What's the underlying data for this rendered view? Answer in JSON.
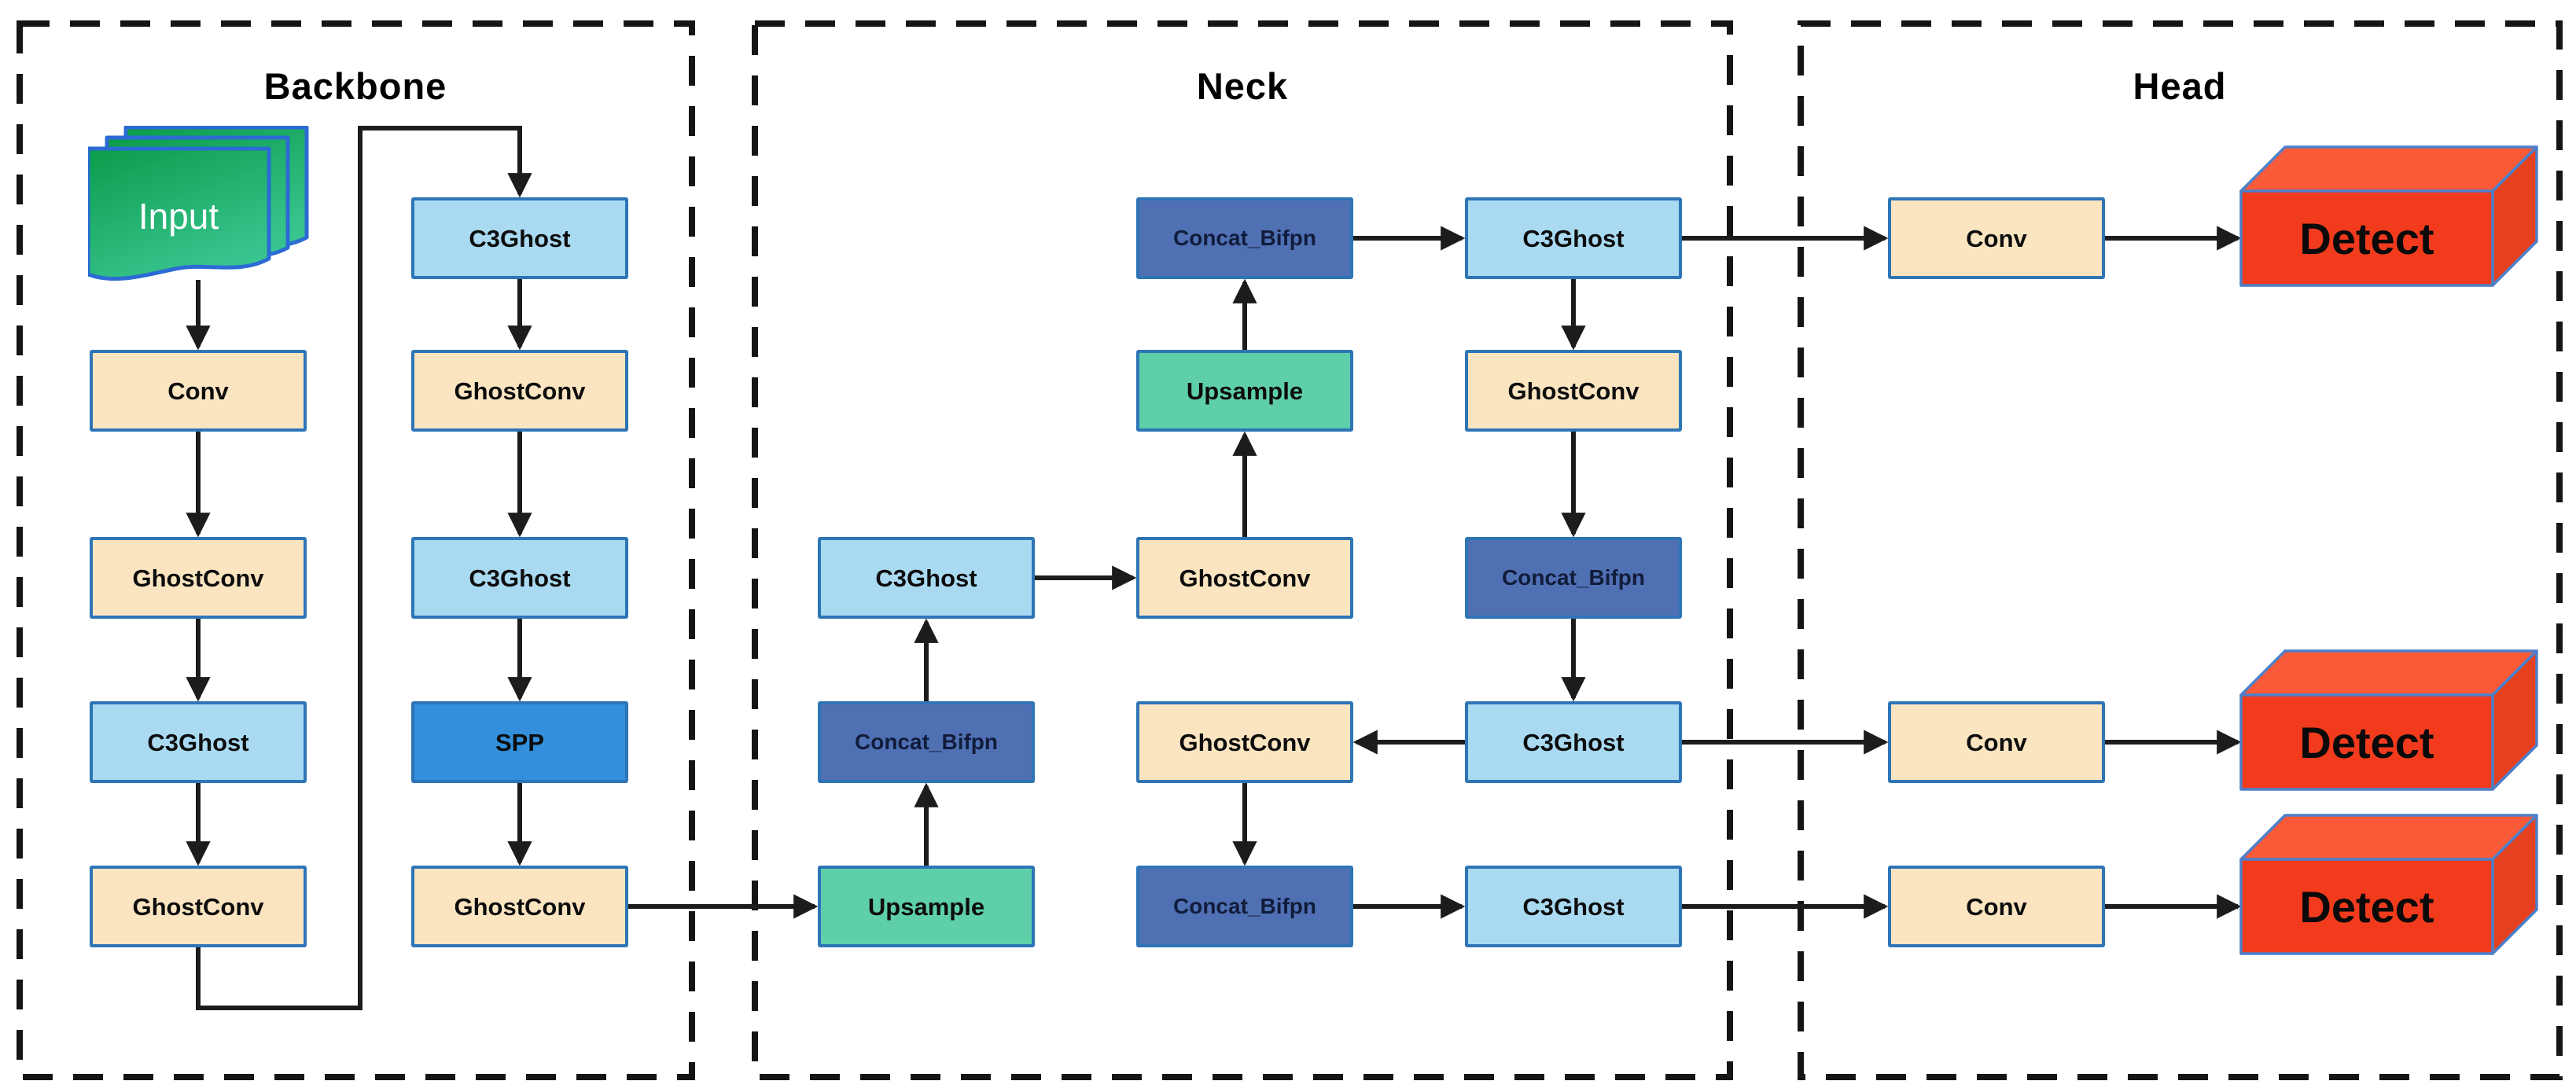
{
  "sections": [
    {
      "id": "backbone",
      "label": "Backbone"
    },
    {
      "id": "neck",
      "label": "Neck"
    },
    {
      "id": "head",
      "label": "Head"
    }
  ],
  "palette": {
    "tan": "#FBE5C1",
    "lightblue": "#A9DAF2",
    "blue": "#338FDC",
    "slate": "#5070B4",
    "teal": "#5ECFA8",
    "detect_front": "#F23B1D",
    "detect_top": "#FA5A38",
    "detect_side": "#E5401F",
    "detect_border": "#4D7FC9",
    "block_border": "#2E75B6",
    "input_green_top": "#0B9C4B",
    "input_green_bottom": "#38C48E",
    "input_border": "#2B6BD3",
    "line": "#1C1C1C",
    "dash_border": "#151515"
  },
  "nodes": [
    {
      "id": "input",
      "label": "Input",
      "type": "input"
    },
    {
      "id": "conv_bl",
      "label": "Conv",
      "type": "block",
      "color": "tan",
      "col": "bl",
      "row": "r2"
    },
    {
      "id": "ghost_bl_r3",
      "label": "GhostConv",
      "type": "block",
      "color": "tan",
      "col": "bl",
      "row": "r3"
    },
    {
      "id": "c3_bl_r4",
      "label": "C3Ghost",
      "type": "block",
      "color": "lightblue",
      "col": "bl",
      "row": "r4"
    },
    {
      "id": "ghost_bl_r5",
      "label": "GhostConv",
      "type": "block",
      "color": "tan",
      "col": "bl",
      "row": "r5"
    },
    {
      "id": "c3_br_r1",
      "label": "C3Ghost",
      "type": "block",
      "color": "lightblue",
      "col": "br",
      "row": "r1"
    },
    {
      "id": "ghost_br_r2",
      "label": "GhostConv",
      "type": "block",
      "color": "tan",
      "col": "br",
      "row": "r2"
    },
    {
      "id": "c3_br_r3",
      "label": "C3Ghost",
      "type": "block",
      "color": "lightblue",
      "col": "br",
      "row": "r3"
    },
    {
      "id": "spp_br_r4",
      "label": "SPP",
      "type": "block",
      "color": "blue",
      "col": "br",
      "row": "r4"
    },
    {
      "id": "ghost_br_r5",
      "label": "GhostConv",
      "type": "block",
      "color": "tan",
      "col": "br",
      "row": "r5"
    },
    {
      "id": "cb_n2_r1",
      "label": "Concat_Bifpn",
      "type": "block",
      "color": "slate",
      "col": "n2",
      "row": "r1"
    },
    {
      "id": "c3_n3_r1",
      "label": "C3Ghost",
      "type": "block",
      "color": "lightblue",
      "col": "n3",
      "row": "r1"
    },
    {
      "id": "up_n2_r2",
      "label": "Upsample",
      "type": "block",
      "color": "teal",
      "col": "n2",
      "row": "r2"
    },
    {
      "id": "ghost_n3_r2",
      "label": "GhostConv",
      "type": "block",
      "color": "tan",
      "col": "n3",
      "row": "r2"
    },
    {
      "id": "c3_n1_r3",
      "label": "C3Ghost",
      "type": "block",
      "color": "lightblue",
      "col": "n1",
      "row": "r3"
    },
    {
      "id": "ghost_n2_r3",
      "label": "GhostConv",
      "type": "block",
      "color": "tan",
      "col": "n2",
      "row": "r3"
    },
    {
      "id": "cb_n3_r3",
      "label": "Concat_Bifpn",
      "type": "block",
      "color": "slate",
      "col": "n3",
      "row": "r3"
    },
    {
      "id": "cb_n1_r4",
      "label": "Concat_Bifpn",
      "type": "block",
      "color": "slate",
      "col": "n1",
      "row": "r4"
    },
    {
      "id": "ghost_n2_r4",
      "label": "GhostConv",
      "type": "block",
      "color": "tan",
      "col": "n2",
      "row": "r4"
    },
    {
      "id": "c3_n3_r4",
      "label": "C3Ghost",
      "type": "block",
      "color": "lightblue",
      "col": "n3",
      "row": "r4"
    },
    {
      "id": "up_n1_r5",
      "label": "Upsample",
      "type": "block",
      "color": "teal",
      "col": "n1",
      "row": "r5"
    },
    {
      "id": "cb_n2_r5",
      "label": "Concat_Bifpn",
      "type": "block",
      "color": "slate",
      "col": "n2",
      "row": "r5"
    },
    {
      "id": "c3_n3_r5",
      "label": "C3Ghost",
      "type": "block",
      "color": "lightblue",
      "col": "n3",
      "row": "r5"
    },
    {
      "id": "conv_h_r1",
      "label": "Conv",
      "type": "block",
      "color": "tan",
      "col": "hc",
      "row": "r1"
    },
    {
      "id": "conv_h_r4",
      "label": "Conv",
      "type": "block",
      "color": "tan",
      "col": "hc",
      "row": "r4"
    },
    {
      "id": "conv_h_r5",
      "label": "Conv",
      "type": "block",
      "color": "tan",
      "col": "hc",
      "row": "r5"
    },
    {
      "id": "detect_r1",
      "label": "Detect",
      "type": "detect",
      "row": "r1"
    },
    {
      "id": "detect_r4",
      "label": "Detect",
      "type": "detect",
      "row": "r4"
    },
    {
      "id": "detect_r5",
      "label": "Detect",
      "type": "detect",
      "row": "r5"
    }
  ],
  "edges": [
    {
      "from": "input",
      "to": "conv_bl"
    },
    {
      "from": "conv_bl",
      "to": "ghost_bl_r3"
    },
    {
      "from": "ghost_bl_r3",
      "to": "c3_bl_r4"
    },
    {
      "from": "c3_bl_r4",
      "to": "ghost_bl_r5"
    },
    {
      "from": "ghost_bl_r5",
      "to": "c3_br_r1",
      "route": "elbow"
    },
    {
      "from": "c3_br_r1",
      "to": "ghost_br_r2"
    },
    {
      "from": "ghost_br_r2",
      "to": "c3_br_r3"
    },
    {
      "from": "c3_br_r3",
      "to": "spp_br_r4"
    },
    {
      "from": "spp_br_r4",
      "to": "ghost_br_r5"
    },
    {
      "from": "ghost_br_r5",
      "to": "up_n1_r5"
    },
    {
      "from": "up_n1_r5",
      "to": "cb_n1_r4"
    },
    {
      "from": "cb_n1_r4",
      "to": "c3_n1_r3"
    },
    {
      "from": "c3_n1_r3",
      "to": "ghost_n2_r3"
    },
    {
      "from": "ghost_n2_r3",
      "to": "up_n2_r2"
    },
    {
      "from": "up_n2_r2",
      "to": "cb_n2_r1"
    },
    {
      "from": "cb_n2_r1",
      "to": "c3_n3_r1"
    },
    {
      "from": "c3_n3_r1",
      "to": "conv_h_r1"
    },
    {
      "from": "c3_n3_r1",
      "to": "ghost_n3_r2"
    },
    {
      "from": "ghost_n3_r2",
      "to": "cb_n3_r3"
    },
    {
      "from": "cb_n3_r3",
      "to": "c3_n3_r4"
    },
    {
      "from": "c3_n3_r4",
      "to": "ghost_n2_r4"
    },
    {
      "from": "c3_n3_r4",
      "to": "conv_h_r4"
    },
    {
      "from": "ghost_n2_r4",
      "to": "cb_n2_r5"
    },
    {
      "from": "cb_n2_r5",
      "to": "c3_n3_r5"
    },
    {
      "from": "c3_n3_r5",
      "to": "conv_h_r5"
    },
    {
      "from": "conv_h_r1",
      "to": "detect_r1"
    },
    {
      "from": "conv_h_r4",
      "to": "detect_r4"
    },
    {
      "from": "conv_h_r5",
      "to": "detect_r5"
    }
  ]
}
